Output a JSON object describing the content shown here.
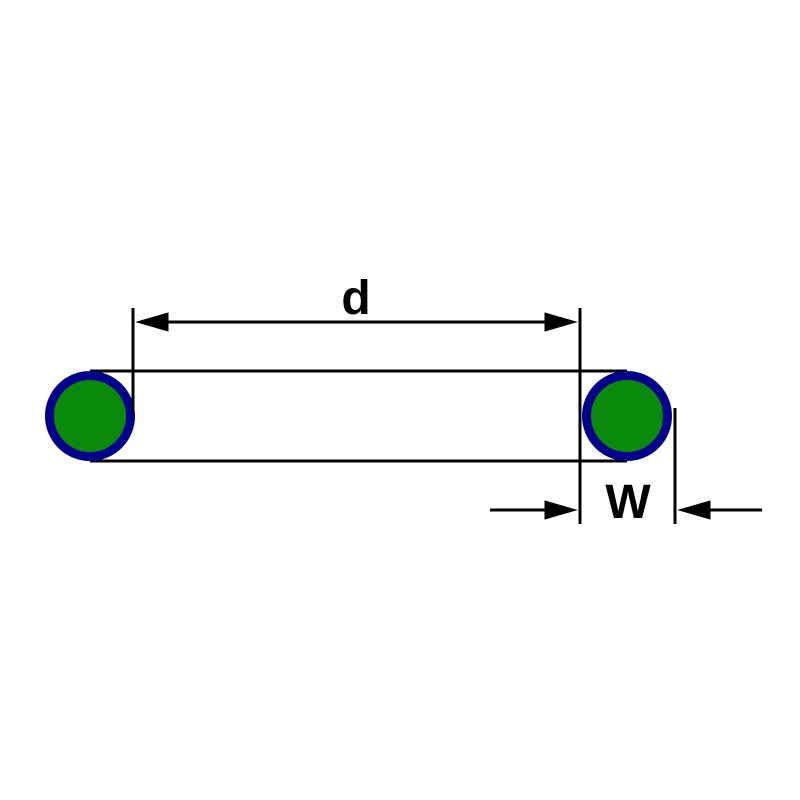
{
  "figure": {
    "kind": "technical dimension drawing",
    "subject": "O-ring side profile with two cross-section circles and dimension callouts",
    "labels": {
      "inner_diameter": "d",
      "cross_section_width": "W"
    },
    "colors": {
      "cross_section_fill": "#0a8a0a",
      "cross_section_outline": "#00008b",
      "line_color": "#000000",
      "background": "#ffffff"
    }
  }
}
